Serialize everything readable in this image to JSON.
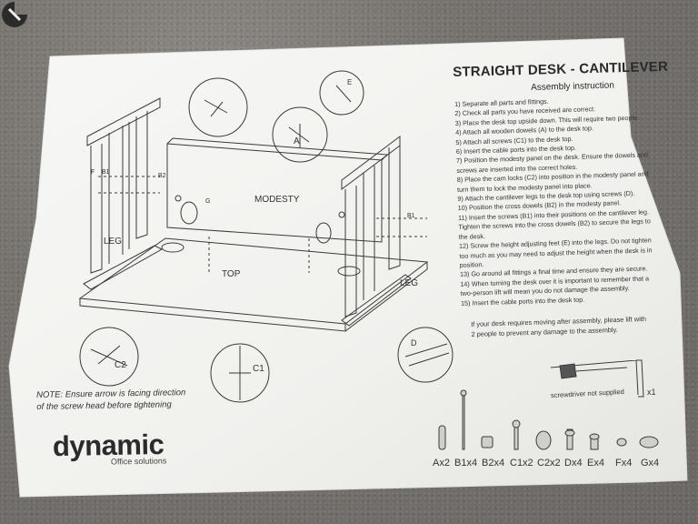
{
  "sheet": {
    "title": "STRAIGHT DESK - CANTILEVER",
    "subtitle": "Assembly instruction",
    "steps": [
      "1) Separate all parts and fittings.",
      "2) Check all parts you have received are correct.",
      "3) Place the desk top upside down. This will require two people.",
      "4) Attach all wooden dowels (A) to the desk top.",
      "5) Attach all screws (C1) to the desk top.",
      "6) Insert the cable ports into the desk top.",
      "7) Position the modesty panel on the desk. Ensure the dowels and screws are inserted into the correct holes.",
      "8) Place the cam locks (C2) into position in the modesty panel and turn them to lock the modesty panel into place.",
      "9) Attach the cantilever legs to the desk top using screws (D).",
      "10) Position the cross dowels (B2) in the modesty panel.",
      "11) Insert the screws (B1) into their positions on the cantilever leg. Tighten the screws into the cross dowels (B2) to secure the legs to the desk.",
      "12) Screw the height adjusting feet (E) into the legs. Do not tighten too much as you may need to adjust the height when the desk is in position.",
      "13) Go around all fittings a final time and ensure they are secure.",
      "14) When turning the desk over it is important to remember that a two-person lift will mean you do not damage the assembly.",
      "15) Insert the cable ports into the desk top."
    ],
    "footnote": "If your desk requires moving after assembly, please lift with 2 people to prevent any damage to the assembly.",
    "diagram_labels": {
      "modesty": "MODESTY",
      "top": "TOP",
      "leg_left": "LEG",
      "leg_right": "LEG",
      "b1": "B1",
      "b2": "B2",
      "a": "A",
      "e": "E",
      "f": "F",
      "d": "D",
      "g": "G",
      "c1": "C1",
      "c2": "C2"
    },
    "note_line1": "NOTE: Ensure arrow is facing direction",
    "note_line2": "of the screw head before tightening",
    "brand": "dynamic",
    "brand_sub": "Office solutions",
    "tool_caption": "screwdriver not supplied",
    "tool_qty": "x1",
    "parts": [
      "Ax2",
      "B1x4",
      "B2x4",
      "C1x2",
      "C2x2",
      "Dx4",
      "Ex4",
      "Fx4",
      "Gx4"
    ]
  }
}
